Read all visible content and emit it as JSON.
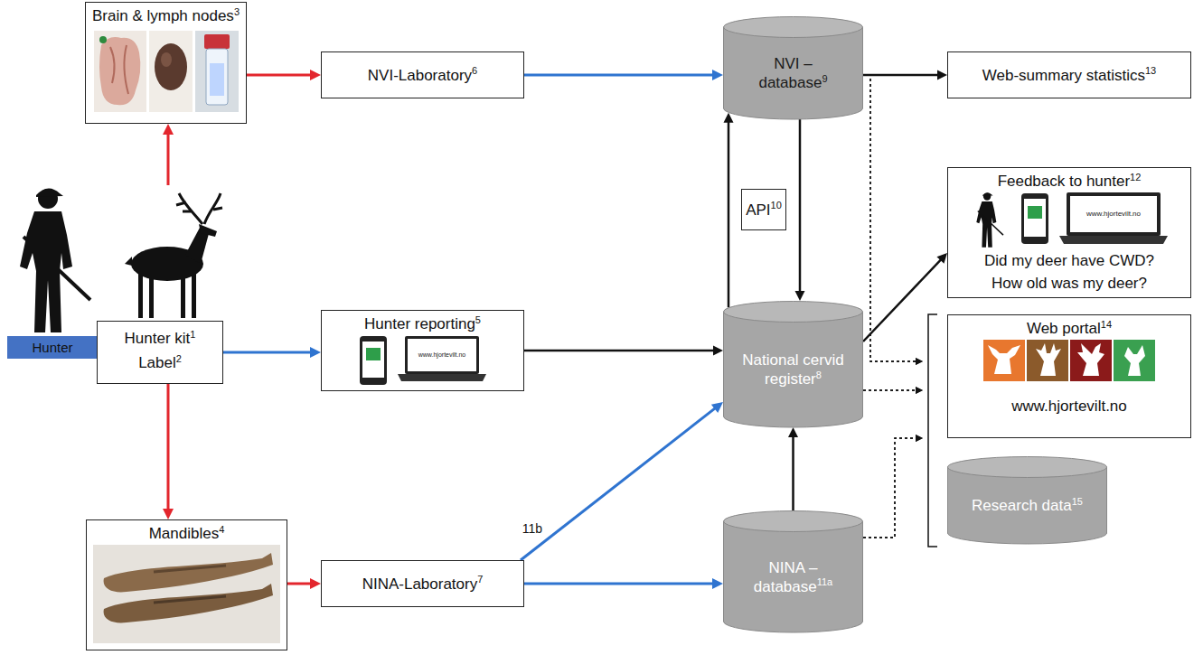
{
  "diagram": {
    "nodes": [
      {
        "text": [
          "Brain & lymph nodes",
          "3"
        ]
      },
      {
        "text": [
          "NVI-Laboratory",
          "6"
        ]
      },
      {
        "text": [
          "NVI – database",
          "9"
        ]
      },
      {
        "text": [
          "Web-summary statistics",
          "13"
        ]
      },
      {
        "text": [
          "Hunter"
        ]
      },
      {
        "text": [
          "Hunter kit",
          "1",
          "Label",
          "2"
        ]
      },
      {
        "text": [
          "Hunter reporting",
          "5"
        ]
      },
      {
        "text": [
          "API",
          "10"
        ]
      },
      {
        "text": [
          "Feedback to hunter",
          "12",
          "Did my deer have CWD?",
          "How old was my deer?"
        ]
      },
      {
        "text": [
          "National cervid register",
          "8"
        ]
      },
      {
        "text": [
          "Web portal",
          "14",
          "www.hjortevilt.no"
        ]
      },
      {
        "text": [
          "Research data",
          "15"
        ]
      },
      {
        "text": [
          "Mandibles",
          "4"
        ]
      },
      {
        "text": [
          "NINA-Laboratory",
          "7"
        ]
      },
      {
        "text": [
          "NINA – database",
          "11a"
        ]
      }
    ],
    "edges": [
      {
        "from": 5,
        "to": 0,
        "arrow": "to"
      },
      {
        "from": 5,
        "to": 6,
        "arrow": "to"
      },
      {
        "from": 5,
        "to": 12,
        "arrow": "to"
      },
      {
        "from": 0,
        "to": 1,
        "arrow": "to"
      },
      {
        "from": 1,
        "to": 2,
        "arrow": "to"
      },
      {
        "from": 6,
        "to": 9,
        "arrow": "to"
      },
      {
        "from": 12,
        "to": 13,
        "arrow": "to"
      },
      {
        "from": 13,
        "to": 14,
        "arrow": "to"
      },
      {
        "from": 13,
        "to": 9,
        "label": "11b",
        "arrow": "to"
      },
      {
        "from": 14,
        "to": 9,
        "arrow": "to"
      },
      {
        "from": 9,
        "to": 2,
        "arrow": "to"
      },
      {
        "from": 2,
        "to": 9,
        "arrow": "to"
      },
      {
        "from": 2,
        "to": 3,
        "arrow": "to"
      },
      {
        "from": 9,
        "to": 8,
        "arrow": "to"
      },
      {
        "from": 2,
        "to": 10,
        "arrow": "to"
      },
      {
        "from": 2,
        "to": 11,
        "arrow": "to"
      },
      {
        "from": 9,
        "to": 10,
        "arrow": "to"
      },
      {
        "from": 9,
        "to": 11,
        "arrow": "to"
      },
      {
        "from": 14,
        "to": 10,
        "arrow": "to"
      },
      {
        "from": 14,
        "to": 11,
        "arrow": "to"
      }
    ],
    "labels": [
      "www.hjortevilt.no",
      "www.hjortevilt.no"
    ]
  }
}
